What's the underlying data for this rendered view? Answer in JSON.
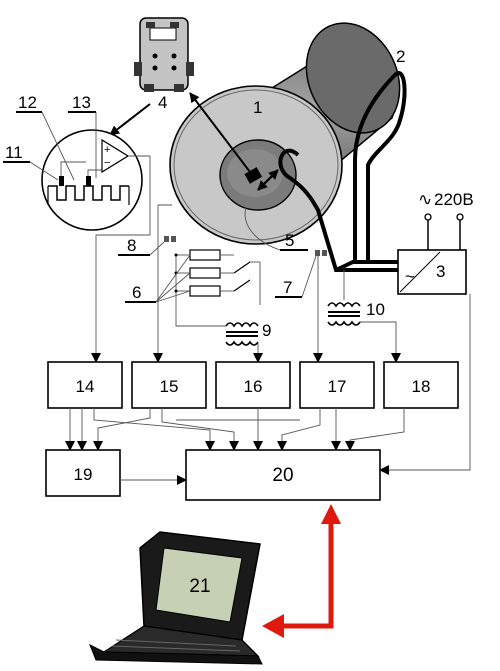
{
  "components": {
    "c1": "1",
    "c2": "2",
    "c3": "3",
    "c4": "4",
    "c5": "5",
    "c6": "6",
    "c7": "7",
    "c8": "8",
    "c9": "9",
    "c10": "10",
    "c11": "11",
    "c12": "12",
    "c13": "13"
  },
  "blocks": {
    "b14": "14",
    "b15": "15",
    "b16": "16",
    "b17": "17",
    "b18": "18",
    "b19": "19",
    "b20": "20",
    "b21": "21"
  },
  "power": {
    "label": "220В",
    "symbol": "∿"
  },
  "amp_signs": {
    "plus": "+",
    "minus": "−"
  },
  "colors": {
    "cylinder": "#8c8c8c",
    "cylinder_dark": "#5e5e5e",
    "end_face": "#c9c9c9",
    "link_arrow": "#e0190f",
    "screen": "#c6d0b4"
  }
}
